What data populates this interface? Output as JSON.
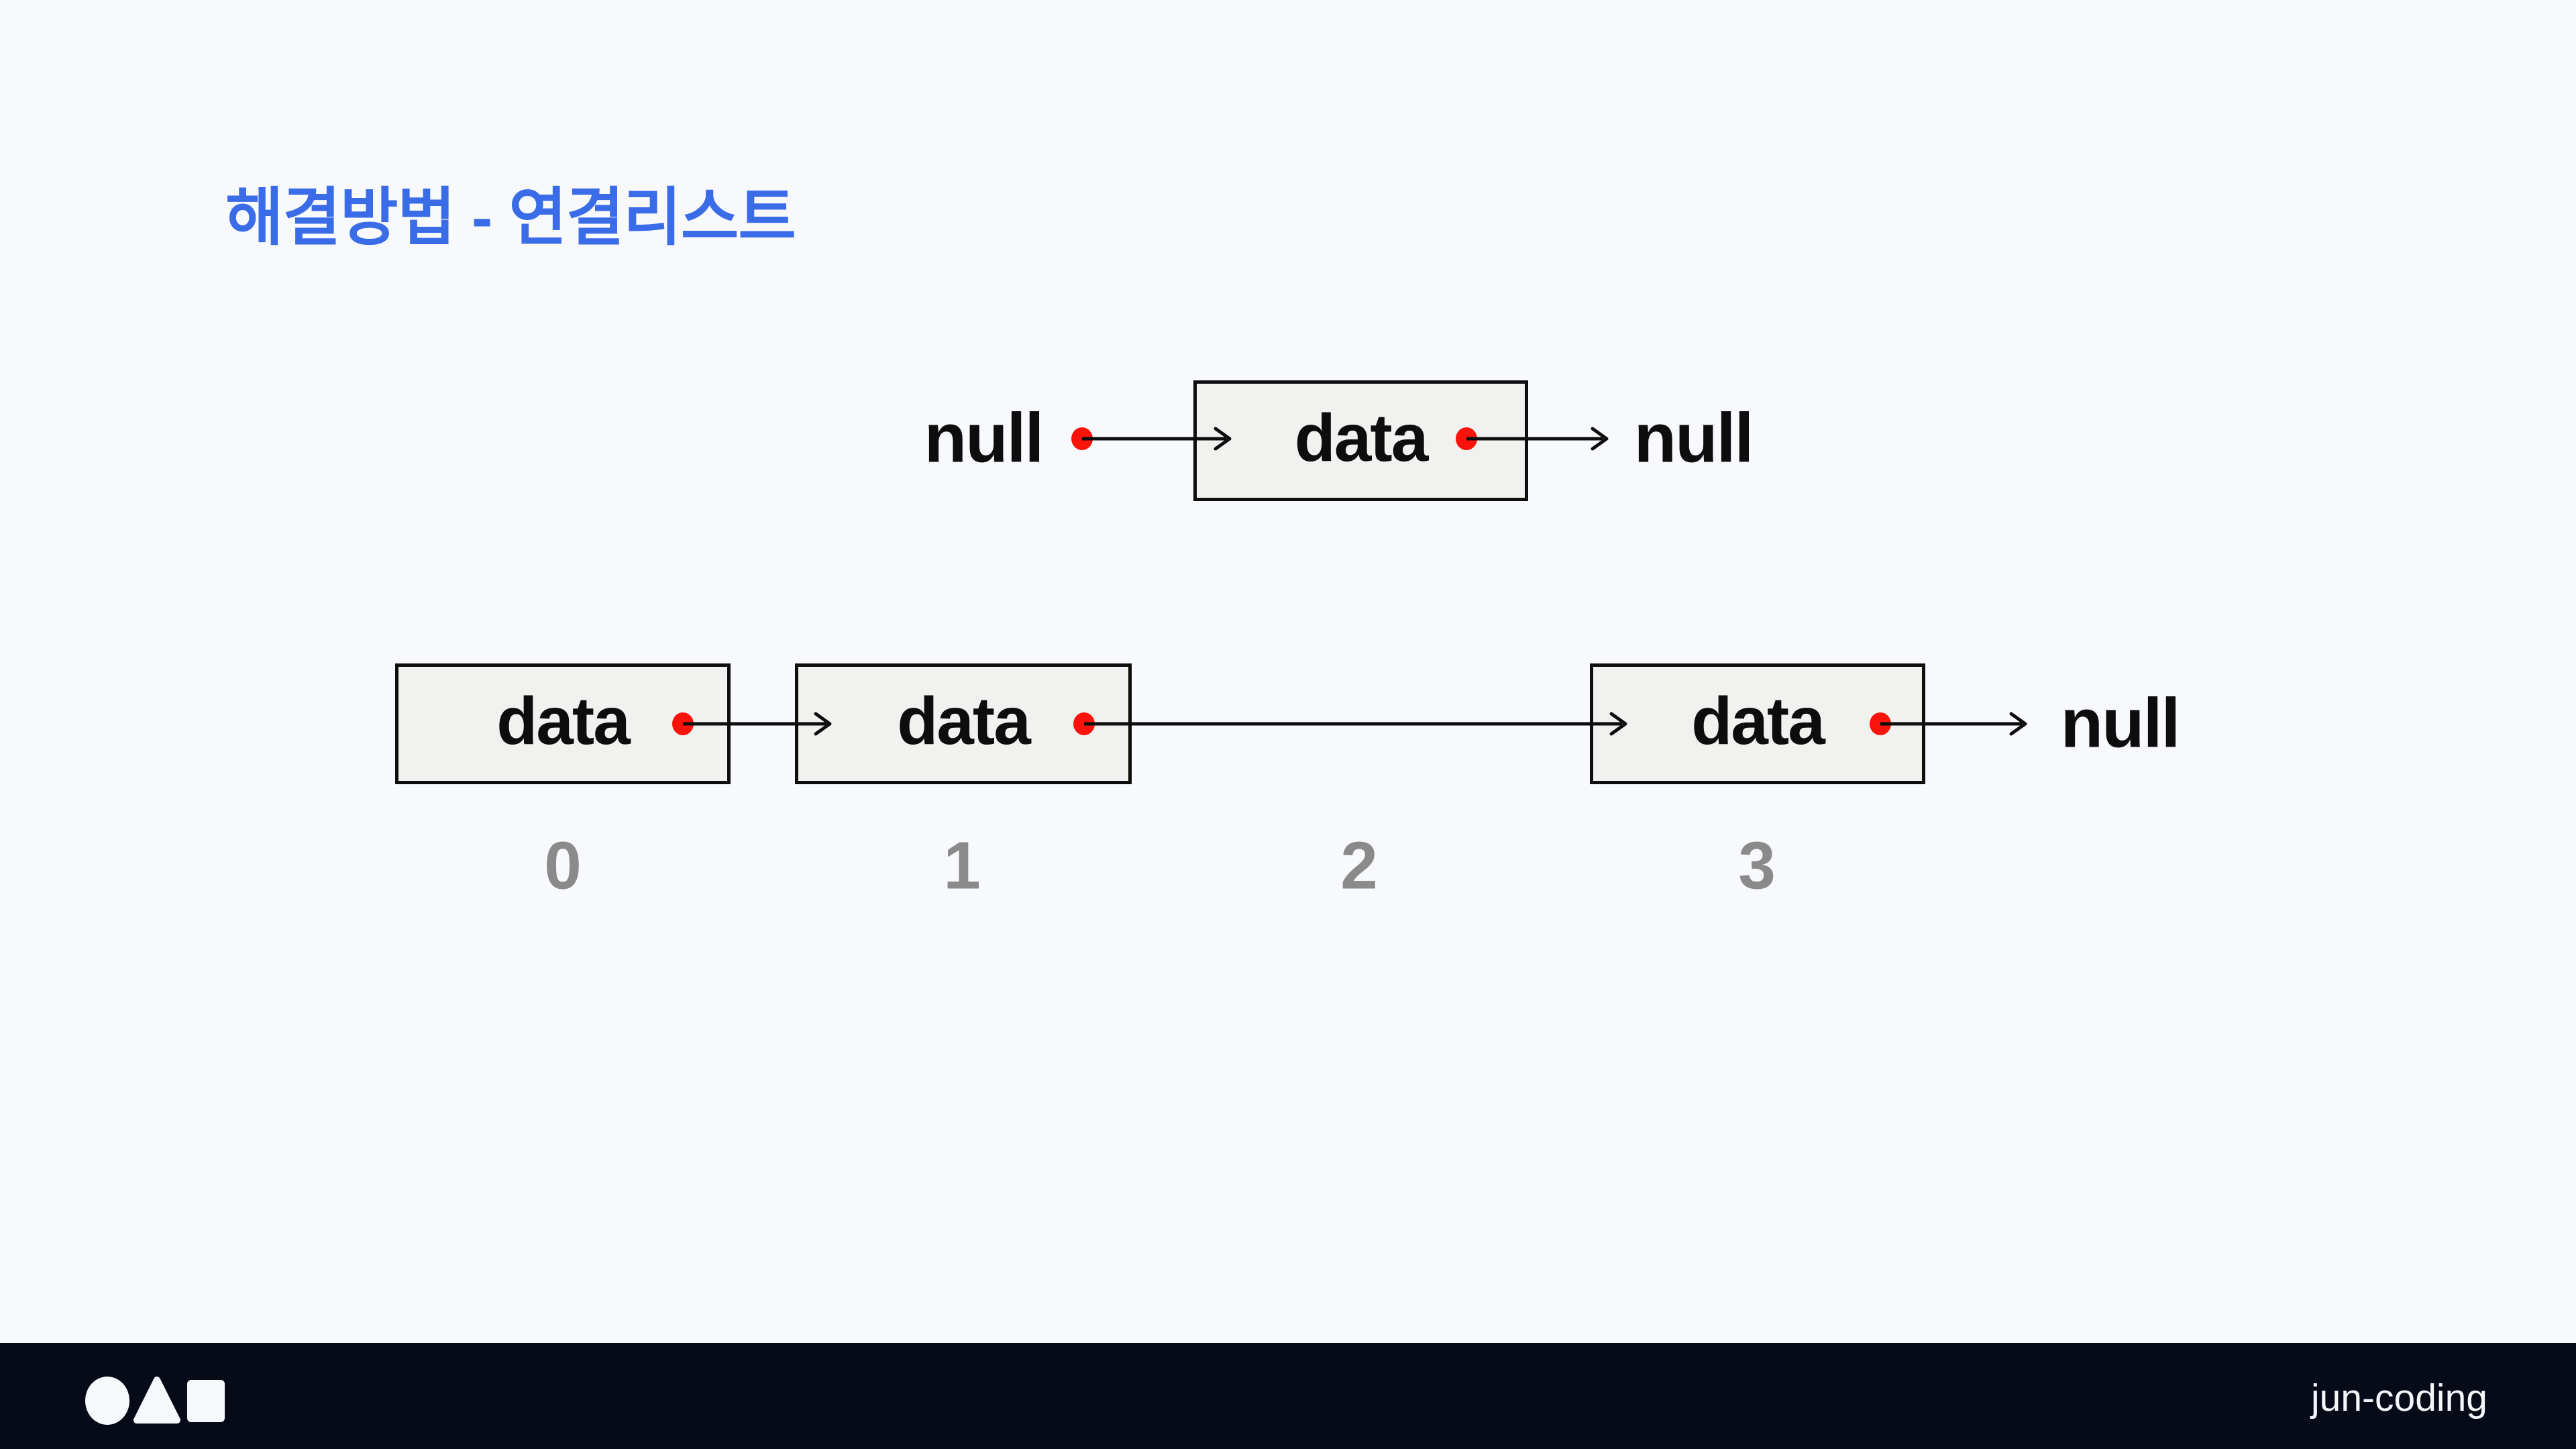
{
  "theme": {
    "bg": "#F8F9FD",
    "accent": "#3B6CE8",
    "box_fill": "#F1F1EF",
    "box_border": "#0E0E0E",
    "ink": "#0D0D0D",
    "dot_red": "#F9130B",
    "number_gray": "#8A8A8A",
    "footer_bg": "#070B17",
    "footer_fg": "#F4F6FA"
  },
  "title": {
    "text": "해결방법 - 연결리스트"
  },
  "single_node_diagram": {
    "left_label": "null",
    "node_label": "data",
    "right_label": "null"
  },
  "linked_list_diagram": {
    "node_labels": [
      "data",
      "data",
      "data"
    ],
    "tail_label": "null",
    "indices": [
      "0",
      "1",
      "2",
      "3"
    ]
  },
  "icons": {
    "pointer_dot": "red-dot",
    "arrow": "right-arrow",
    "logo_shapes": [
      "circle",
      "triangle",
      "square"
    ]
  },
  "footer": {
    "brand": "jun-coding"
  }
}
